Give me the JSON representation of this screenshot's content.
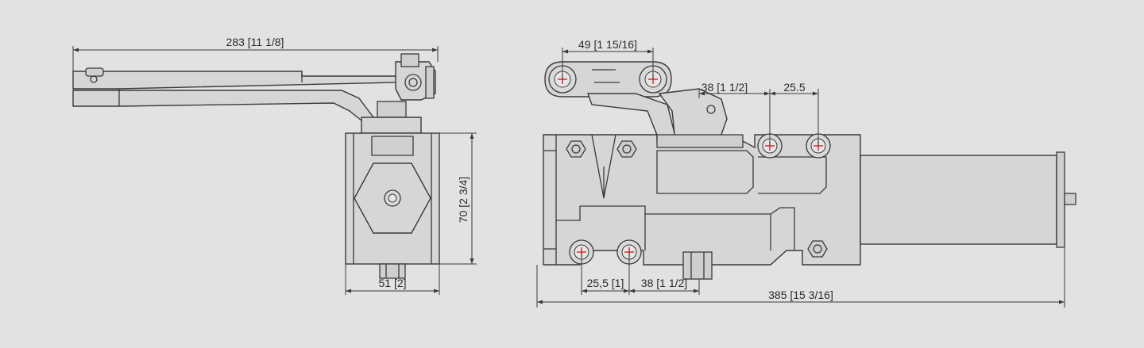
{
  "dimensions": {
    "side_arm_length": "283 [11 1/8]",
    "side_height": "70 [2 3/4]",
    "side_width": "51 [2]",
    "front_bracket_spacing": "49 [1 15/16]",
    "front_top_offset": "38 [1 1/2]",
    "front_top_spacing": "25.5",
    "front_bottom_spacing": "25,5 [1]",
    "front_bottom_offset": "38 [1 1/2]",
    "front_total_length": "385 [15 3/16]"
  },
  "colors": {
    "background": "#e2e2e2",
    "line": "#3a3a3a",
    "hole_cross": "#d8141c"
  }
}
